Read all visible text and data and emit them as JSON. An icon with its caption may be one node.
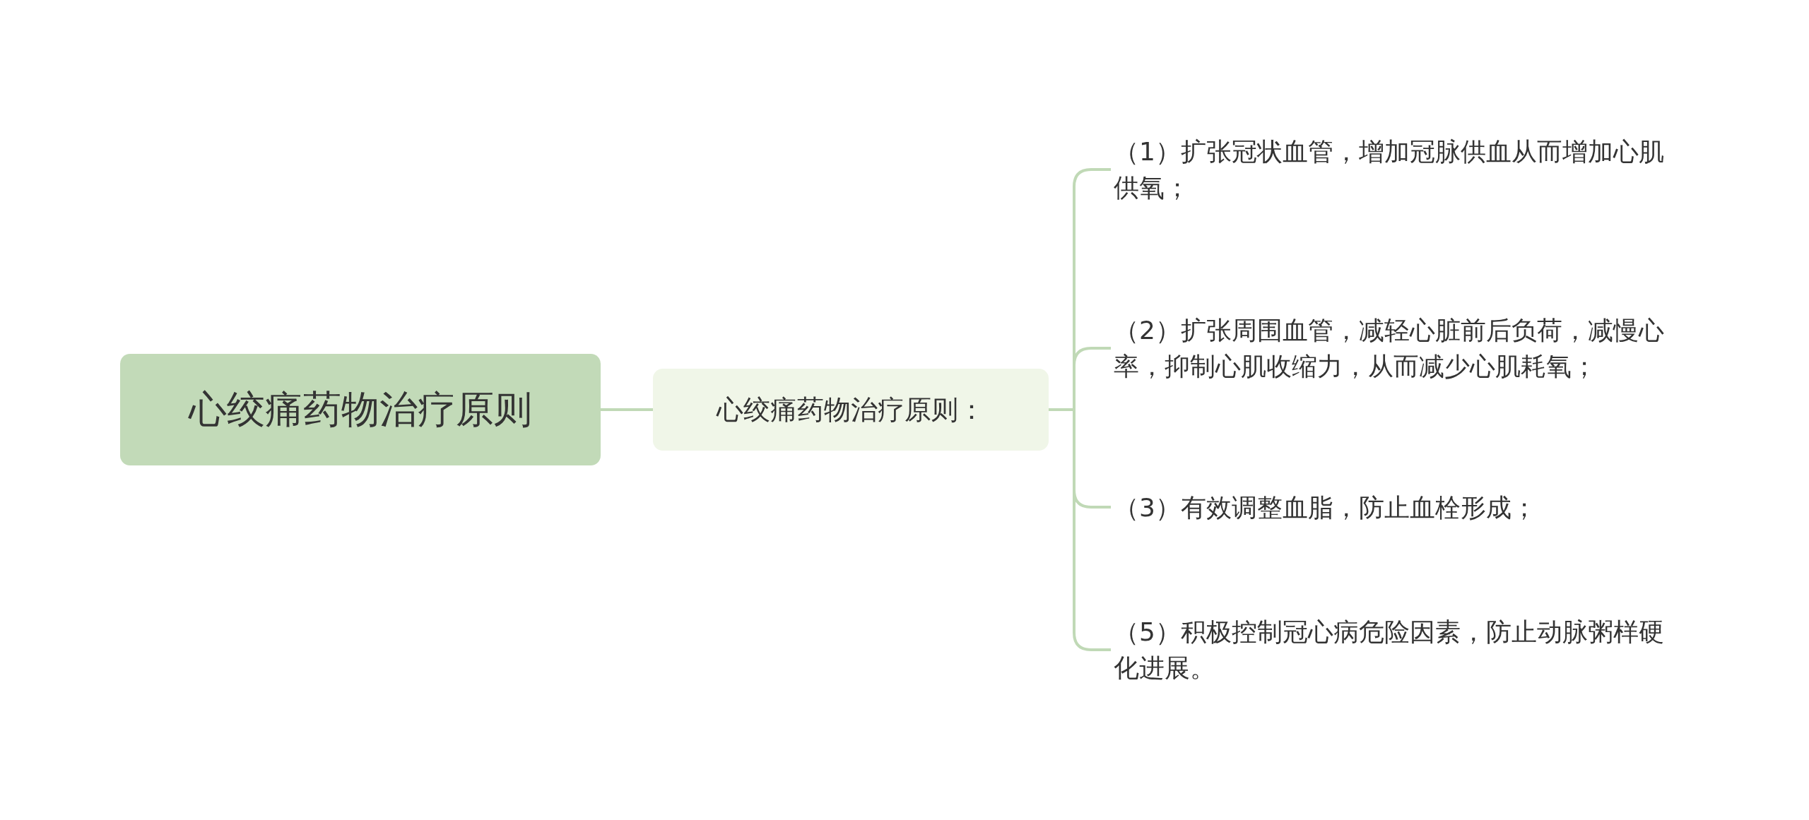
{
  "diagram": {
    "nodes": [
      {
        "text": [
          "心绞痛药物治疗原则"
        ]
      },
      {
        "text": [
          "心绞痛药物治疗原则："
        ]
      },
      {
        "text": [
          "（1）扩张冠状血管，增加冠脉供血从而增加心肌供氧；"
        ]
      },
      {
        "text": [
          "（2）扩张周围血管，减轻心脏前后负荷，减慢心率，抑制心肌收缩力，从而减少心肌耗氧；"
        ]
      },
      {
        "text": [
          "（3）有效调整血脂，防止血栓形成；"
        ]
      },
      {
        "text": [
          "（5）积极控制冠心病危险因素，防止动脉粥样硬化进展。"
        ]
      }
    ],
    "edges": [
      {
        "from": 0,
        "to": 1,
        "arrow": "none"
      },
      {
        "from": 1,
        "to": 2,
        "arrow": "none"
      },
      {
        "from": 1,
        "to": 3,
        "arrow": "none"
      },
      {
        "from": 1,
        "to": 4,
        "arrow": "none"
      },
      {
        "from": 1,
        "to": 5,
        "arrow": "none"
      }
    ]
  }
}
